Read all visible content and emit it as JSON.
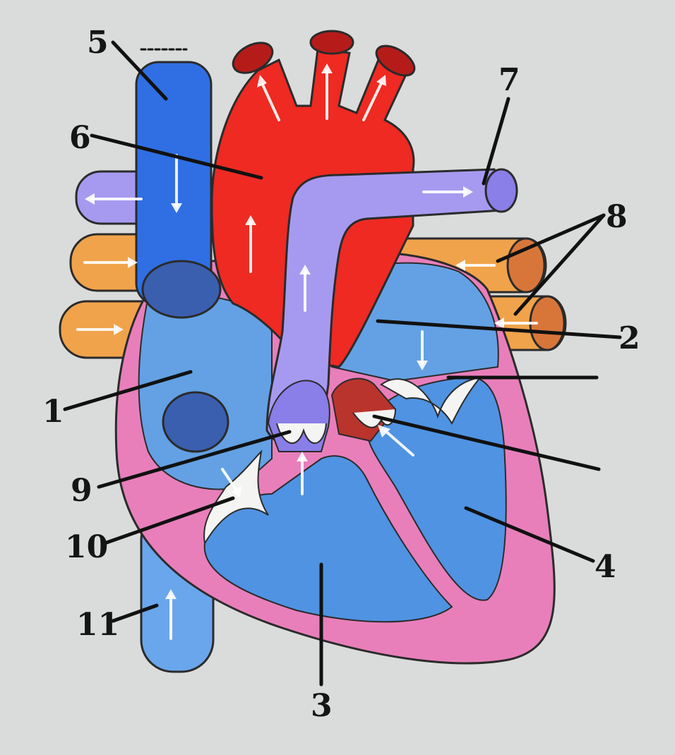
{
  "diagram": {
    "labels": [
      "5",
      "6",
      "7",
      "8",
      "2",
      "1",
      "9",
      "10",
      "4",
      "11",
      "3"
    ],
    "colors": {
      "background": "#d9dcdb",
      "deoxygenated_vessel": "#2f6fe3",
      "vena_cava_light": "#6aa6ec",
      "aorta": "#ee2a22",
      "aorta_dark": "#b51c19",
      "pulmonary_artery": "#a69af0",
      "pulmonary_vein": "#f0a34a",
      "chamber_fill": "#63a1e4",
      "wall": "#e87fba",
      "valve": "#f4f4f2"
    }
  }
}
